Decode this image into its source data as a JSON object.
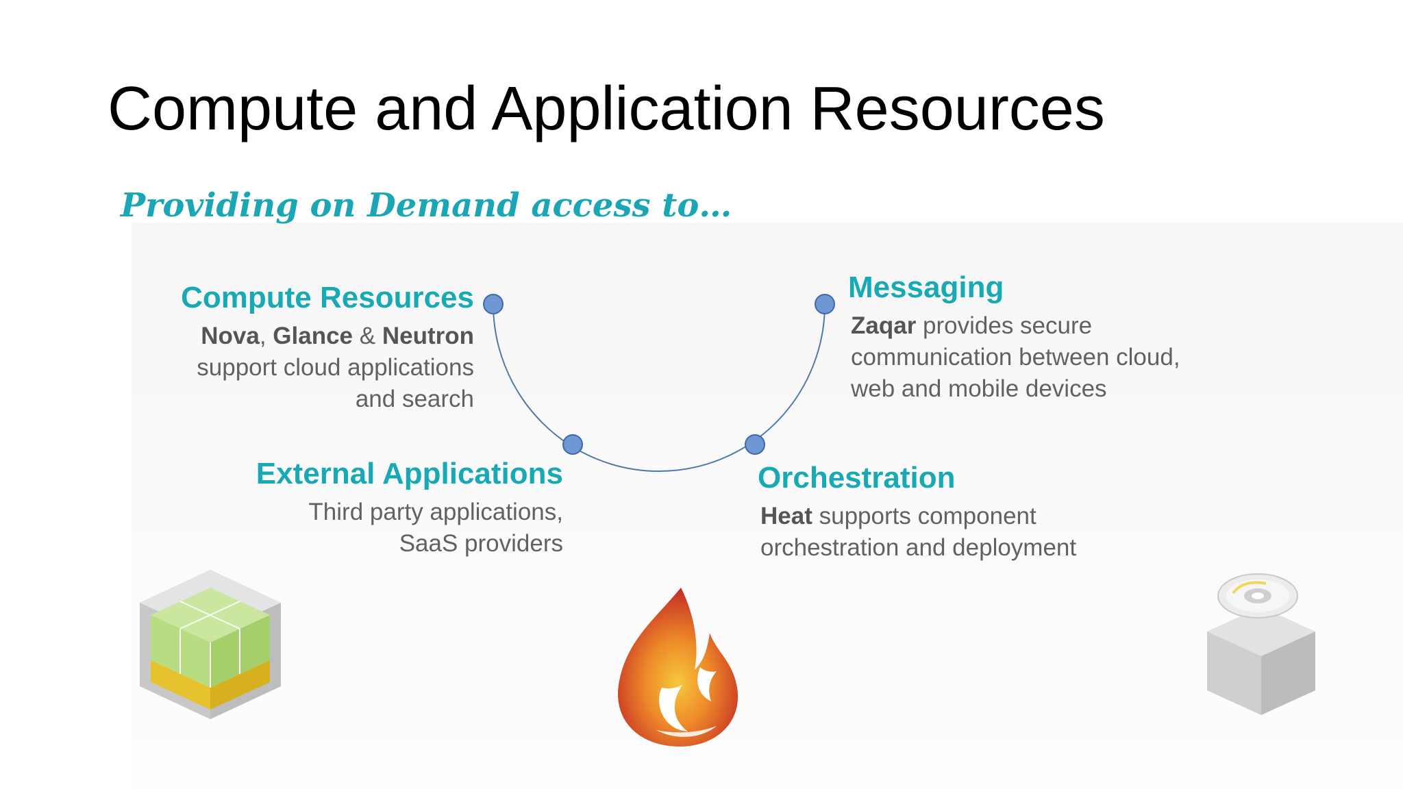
{
  "slide": {
    "title": "Compute and Application Resources",
    "subtitle": "Providing on Demand access to…"
  },
  "nodes": {
    "compute": {
      "heading": "Compute Resources",
      "nova": "Nova",
      "sep1": ",",
      "glance": "Glance",
      "amp": "&",
      "neutron": "Neutron",
      "line2": "support cloud applications",
      "line3": "and search"
    },
    "external": {
      "heading": "External Applications",
      "line1": "Third party applications,",
      "line2": "SaaS providers"
    },
    "messaging": {
      "heading": "Messaging",
      "zaqar": "Zaqar",
      "line1_rest": " provides secure",
      "line2": "communication between cloud,",
      "line3": "web and mobile devices"
    },
    "orchestration": {
      "heading": "Orchestration",
      "heat": "Heat",
      "line1_rest": " supports component",
      "line2": "orchestration and deployment"
    }
  },
  "icons": {
    "left": "compute-cube-icon",
    "center": "heat-flame-icon",
    "right": "storage-disc-box-icon"
  },
  "colors": {
    "heading_teal": "#17a9b4",
    "subtitle_teal": "#1aa6b4",
    "body_gray": "#616161",
    "dot_blue": "#6f97d4",
    "arc_blue": "#4e78a8"
  }
}
